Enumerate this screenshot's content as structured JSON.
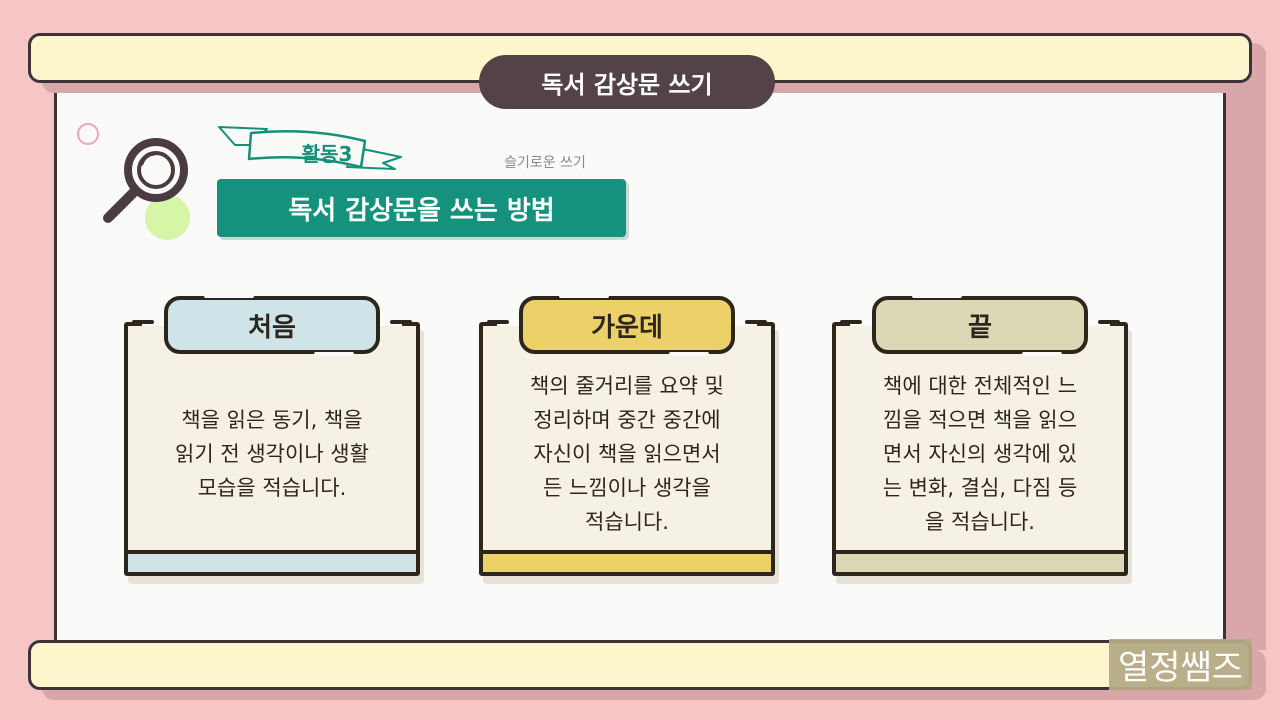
{
  "header": {
    "title": "독서 감상문 쓰기"
  },
  "activity": {
    "label": "활동3",
    "subtitle": "슬기로운 쓰기",
    "heading": "독서 감상문을 쓰는 방법"
  },
  "cards": [
    {
      "title": "처음",
      "color": "#cfe4e9",
      "text": "책을 읽은 동기, 책을\n읽기 전 생각이나 생활\n모습을 적습니다."
    },
    {
      "title": "가운데",
      "color": "#ecd068",
      "text": "책의 줄거리를 요약 및\n정리하며 중간 중간에\n자신이 책을 읽으면서\n든 느낌이나 생각을\n적습니다."
    },
    {
      "title": "끝",
      "color": "#dcd8b5",
      "text": "책에 대한 전체적인 느\n낌을 적으면 책을 읽으\n면서 자신의 생각에 있\n는 변화, 결심, 다짐 등\n을 적습니다."
    }
  ],
  "watermark": "열정쌤즈",
  "colors": {
    "accent": "#15927d",
    "title_pill": "#544249",
    "background": "#f6c6c7",
    "scroll": "#fdf5cc"
  },
  "icons": [
    "magnifier-icon",
    "ribbon-icon"
  ]
}
